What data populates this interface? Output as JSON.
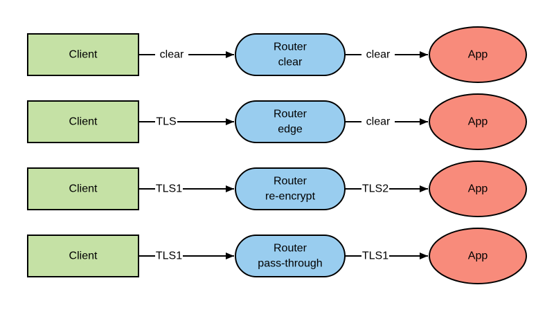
{
  "colors": {
    "client_fill": "#c5e1a5",
    "router_fill": "#99cdef",
    "app_fill": "#f88b7b",
    "stroke": "#000000",
    "background": "#ffffff"
  },
  "rows": [
    {
      "client": "Client",
      "client_to_router": "clear",
      "router_line1": "Router",
      "router_line2": "clear",
      "router_to_app": "clear",
      "app": "App"
    },
    {
      "client": "Client",
      "client_to_router": "TLS",
      "router_line1": "Router",
      "router_line2": "edge",
      "router_to_app": "clear",
      "app": "App"
    },
    {
      "client": "Client",
      "client_to_router": "TLS1",
      "router_line1": "Router",
      "router_line2": "re-encrypt",
      "router_to_app": "TLS2",
      "app": "App"
    },
    {
      "client": "Client",
      "client_to_router": "TLS1",
      "router_line1": "Router",
      "router_line2": "pass-through",
      "router_to_app": "TLS1",
      "app": "App"
    }
  ]
}
